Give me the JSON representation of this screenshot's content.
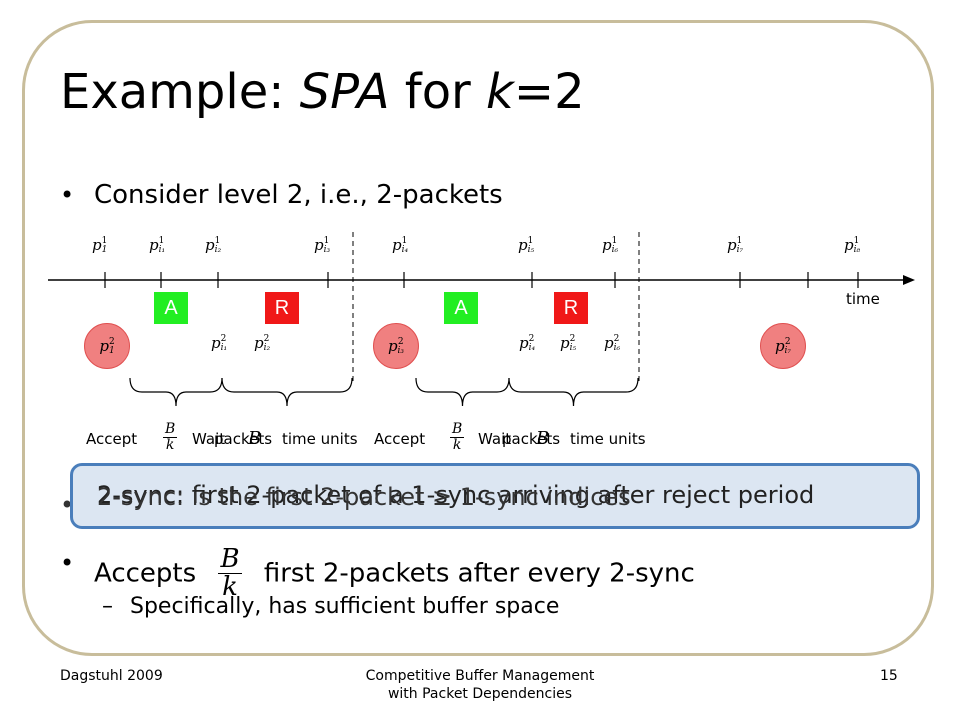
{
  "slide": {
    "title_prefix": "Example: ",
    "title_italic_1": "SPA",
    "title_middle": " for ",
    "title_italic_2": "k",
    "title_suffix": "=2",
    "bullet1": "Consider level 2, i.e., 2-packets",
    "bullet2_prefix": "Accepts",
    "bullet2_suffix": "first 2-packets after every 2-sync",
    "sub_bullet_marker": "–",
    "sub_bullet": "Specifically, has sufficient buffer space",
    "frac_num": "B",
    "frac_den": "k"
  },
  "callout": {
    "text_a": "2-sync: first 2-packet of a 1-sync arriving after reject period",
    "text_b": "2-sync: is the first 2-packet ≥ 1-sync indices"
  },
  "timeline": {
    "time_label": "time",
    "top_labels": [
      {
        "base": "p",
        "sup": "1",
        "sub": "1"
      },
      {
        "base": "p",
        "sup": "1",
        "sub": "i₁"
      },
      {
        "base": "p",
        "sup": "1",
        "sub": "i₂"
      },
      {
        "base": "p",
        "sup": "1",
        "sub": "i₃"
      },
      {
        "base": "p",
        "sup": "1",
        "sub": "i₄"
      },
      {
        "base": "p",
        "sup": "1",
        "sub": "i₅"
      },
      {
        "base": "p",
        "sup": "1",
        "sub": "i₆"
      },
      {
        "base": "p",
        "sup": "1",
        "sub": "i₇"
      },
      {
        "base": "p",
        "sup": "1",
        "sub": "i₈"
      }
    ],
    "boxes": [
      {
        "label": "A",
        "type": "accept"
      },
      {
        "label": "R",
        "type": "reject"
      },
      {
        "label": "A",
        "type": "accept"
      },
      {
        "label": "R",
        "type": "reject"
      }
    ],
    "circles": [
      {
        "base": "p",
        "sup": "2",
        "sub": "1"
      },
      {
        "base": "p",
        "sup": "2",
        "sub": "i₃"
      },
      {
        "base": "p",
        "sup": "2",
        "sub": "i₇"
      }
    ],
    "bottom_labels": [
      {
        "base": "p",
        "sup": "2",
        "sub": "i₁"
      },
      {
        "base": "p",
        "sup": "2",
        "sub": "i₂"
      },
      {
        "base": "p",
        "sup": "2",
        "sub": "i₄"
      },
      {
        "base": "p",
        "sup": "2",
        "sub": "i₅"
      },
      {
        "base": "p",
        "sup": "2",
        "sub": "i₆"
      }
    ],
    "brace_labels": {
      "accept": "Accept",
      "packets": "packets",
      "wait": "Wait",
      "time_units": "time units"
    }
  },
  "footer": {
    "left": "Dagstuhl 2009",
    "center_line1": "Competitive Buffer Management",
    "center_line2": "with Packet Dependencies",
    "page": "15"
  }
}
